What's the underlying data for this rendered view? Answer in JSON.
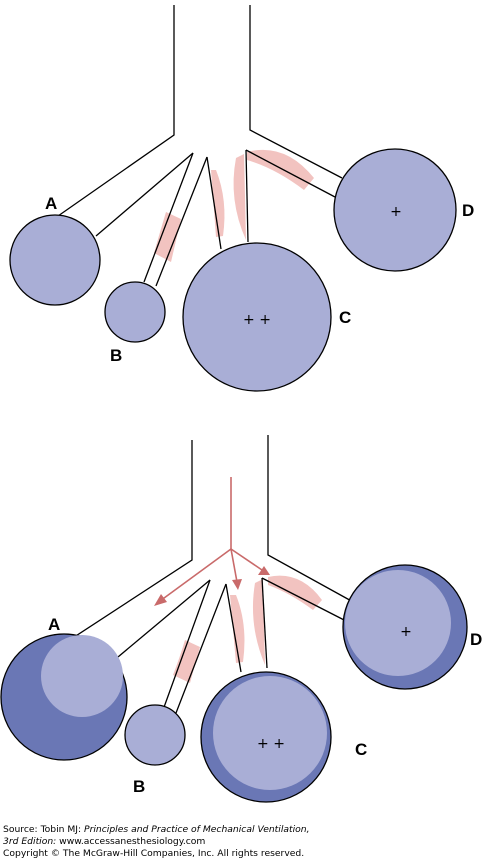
{
  "panels": {
    "top": {
      "labels": {
        "a": "A",
        "b": "B",
        "c": "C",
        "d": "D"
      },
      "pressure": {
        "c": "+ +",
        "d": "+"
      }
    },
    "bottom": {
      "labels": {
        "a": "A",
        "b": "B",
        "c": "C",
        "d": "D"
      },
      "pressure": {
        "c": "+ +",
        "d": "+"
      }
    }
  },
  "colors": {
    "alveolus": "#a9aed6",
    "alveolus_dark": "#6a77b5",
    "narrowing": "#f2c3c0",
    "flow_arrow": "#c96a6a"
  },
  "caption": {
    "source_prefix": "Source: Tobin MJ: ",
    "book_title": "Principles and Practice of Mechanical Ventilation,",
    "edition": "3rd Edition:",
    "website": " www.accessanesthesiology.com",
    "copyright": "Copyright © The McGraw-Hill Companies, Inc. All rights reserved."
  }
}
